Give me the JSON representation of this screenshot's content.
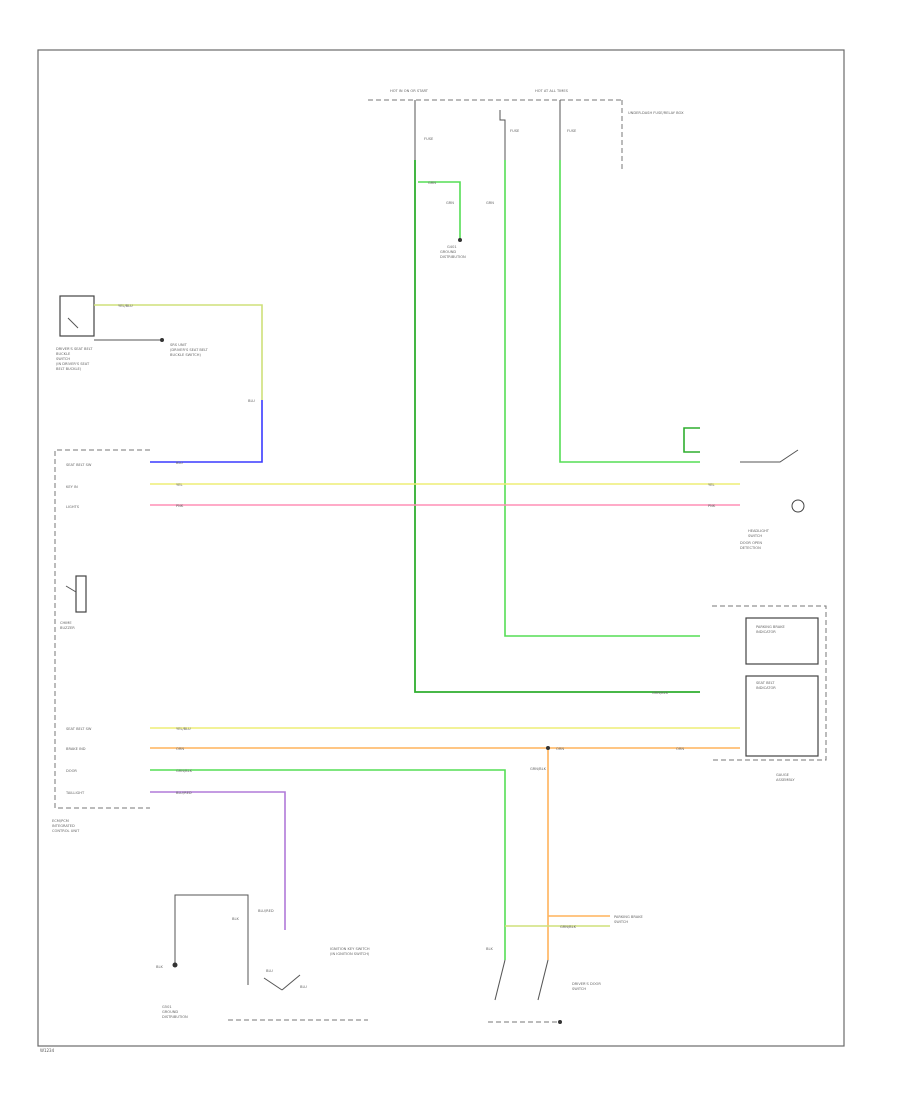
{
  "diagram": {
    "code": "W1234",
    "top_labels": [
      "HOT IN ON OR START",
      "HOT AT ALL TIMES",
      "UNDER-DASH FUSE/RELAY BOX",
      "FUSE",
      "FUSE",
      "FUSE"
    ],
    "components": {
      "seat_belt_switch": [
        "DRIVER'S SEAT BELT",
        "BUCKLE",
        "SWITCH",
        "(IN DRIVER'S SEAT",
        "BELT BUCKLE)"
      ],
      "srs_unit_label": [
        "SRS UNIT",
        "(DRIVER'S SEAT BELT",
        "BUCKLE SWITCH)"
      ],
      "ground_distribution": [
        "G401",
        "GROUND",
        "DISTRIBUTION"
      ],
      "control_unit": [
        "ECM/PCM",
        "INTEGRATED",
        "CONTROL UNIT"
      ],
      "chime_buzzer": [
        "CHIME",
        "BUZZER"
      ],
      "gauge_assembly": [
        "GAUGE",
        "ASSEMBLY"
      ],
      "ind_labels": [
        "SEAT BELT",
        "INDICATOR",
        "PARKING BRAKE",
        "INDICATOR"
      ],
      "door_switch": [
        "DRIVER'S DOOR",
        "SWITCH"
      ],
      "key_switch": [
        "IGNITION KEY SWITCH",
        "(IN IGNITION SWITCH)"
      ],
      "ground_distrib_lower": [
        "G501",
        "GROUND",
        "DISTRIBUTION"
      ],
      "parking_brake_switch": [
        "PARKING BRAKE",
        "SWITCH"
      ],
      "headlight_ctrl": [
        "HEADLIGHT",
        "SWITCH"
      ],
      "door_open": [
        "DOOR OPEN",
        "DETECTION"
      ],
      "connector_labels": [
        "SEAT BELT SW",
        "KEY IN",
        "LIGHTS",
        "SEAT BELT SW",
        "BRAKE IND",
        "DOOR",
        "TAILLIGHT"
      ]
    },
    "wire_labels": [
      "GRN",
      "GRN",
      "GRN",
      "GRN/BLK",
      "YEL/BLU",
      "YEL/BLU",
      "BLU",
      "BLU",
      "YEL",
      "YEL",
      "PNK",
      "PNK",
      "ORN",
      "ORN",
      "ORN",
      "GRN/BLK",
      "BLU/RED",
      "BLU/RED",
      "BLU",
      "BLU",
      "BLK",
      "BLK",
      "BLK",
      "GRN/BLK",
      "GRN/BLK"
    ],
    "colors": {
      "green": "#55dd55",
      "dark_green": "#2fae2f",
      "blue": "#3a3aff",
      "yellow": "#eeee77",
      "yellow_green": "#cfe07a",
      "pink": "#ff8fb5",
      "orange": "#ffb35c",
      "purple": "#b07ad8",
      "black": "#333333"
    }
  }
}
